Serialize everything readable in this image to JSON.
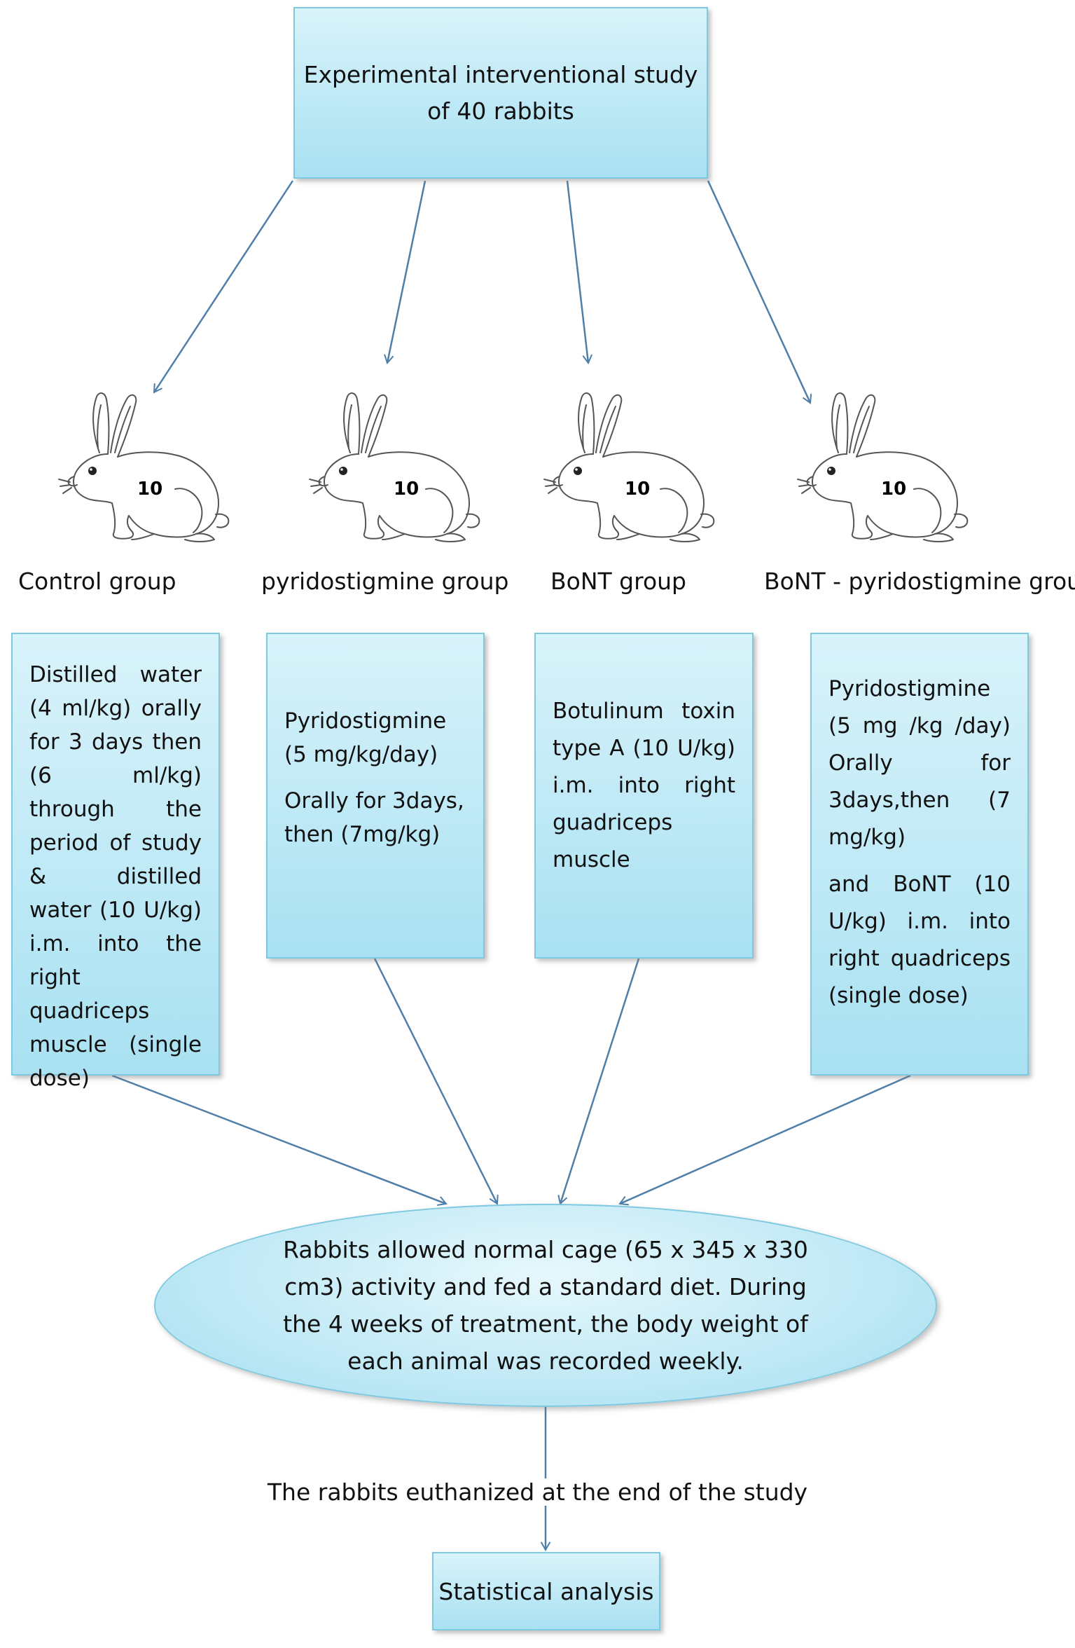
{
  "title": {
    "line1": "Experimental interventional study",
    "line2": "of 40 rabbits"
  },
  "groups": [
    {
      "label": "Control group",
      "count": "10",
      "description": "Distilled water (4 ml/kg) orally for 3 days then (6 ml/kg) through the period of study & distilled water (10 U/kg) i.m. into the right quadriceps muscle (single dose)"
    },
    {
      "label": "pyridostigmine group",
      "count": "10",
      "description_p1": "Pyridostigmine (5 mg/kg/day)",
      "description_p2": "Orally for 3days, then (7mg/kg)"
    },
    {
      "label": "BoNT group",
      "count": "10",
      "description": "Botulinum toxin type A (10 U/kg) i.m. into right guadriceps muscle"
    },
    {
      "label": "BoNT - pyridostigmine group",
      "count": "10",
      "description_p1": "Pyridostigmine (5 mg /kg /day) Orally for 3days,then (7 mg/kg)",
      "description_p2": "and BoNT (10 U/kg) i.m. into right quadriceps (single dose)"
    }
  ],
  "housing": {
    "text": "Rabbits allowed normal cage (65 x 345 x 330 cm3) activity and fed a standard diet. During the 4 weeks of treatment, the body weight of each animal was recorded weekly."
  },
  "euthanasia": {
    "text": "The rabbits euthanized at the end of the study"
  },
  "final": {
    "label": "Statistical analysis"
  },
  "colors": {
    "box_fill_top": "#d9f3fa",
    "box_fill_bottom": "#a9e1f2",
    "box_border": "#7fc9e0",
    "arrow": "#4f7fa8"
  }
}
